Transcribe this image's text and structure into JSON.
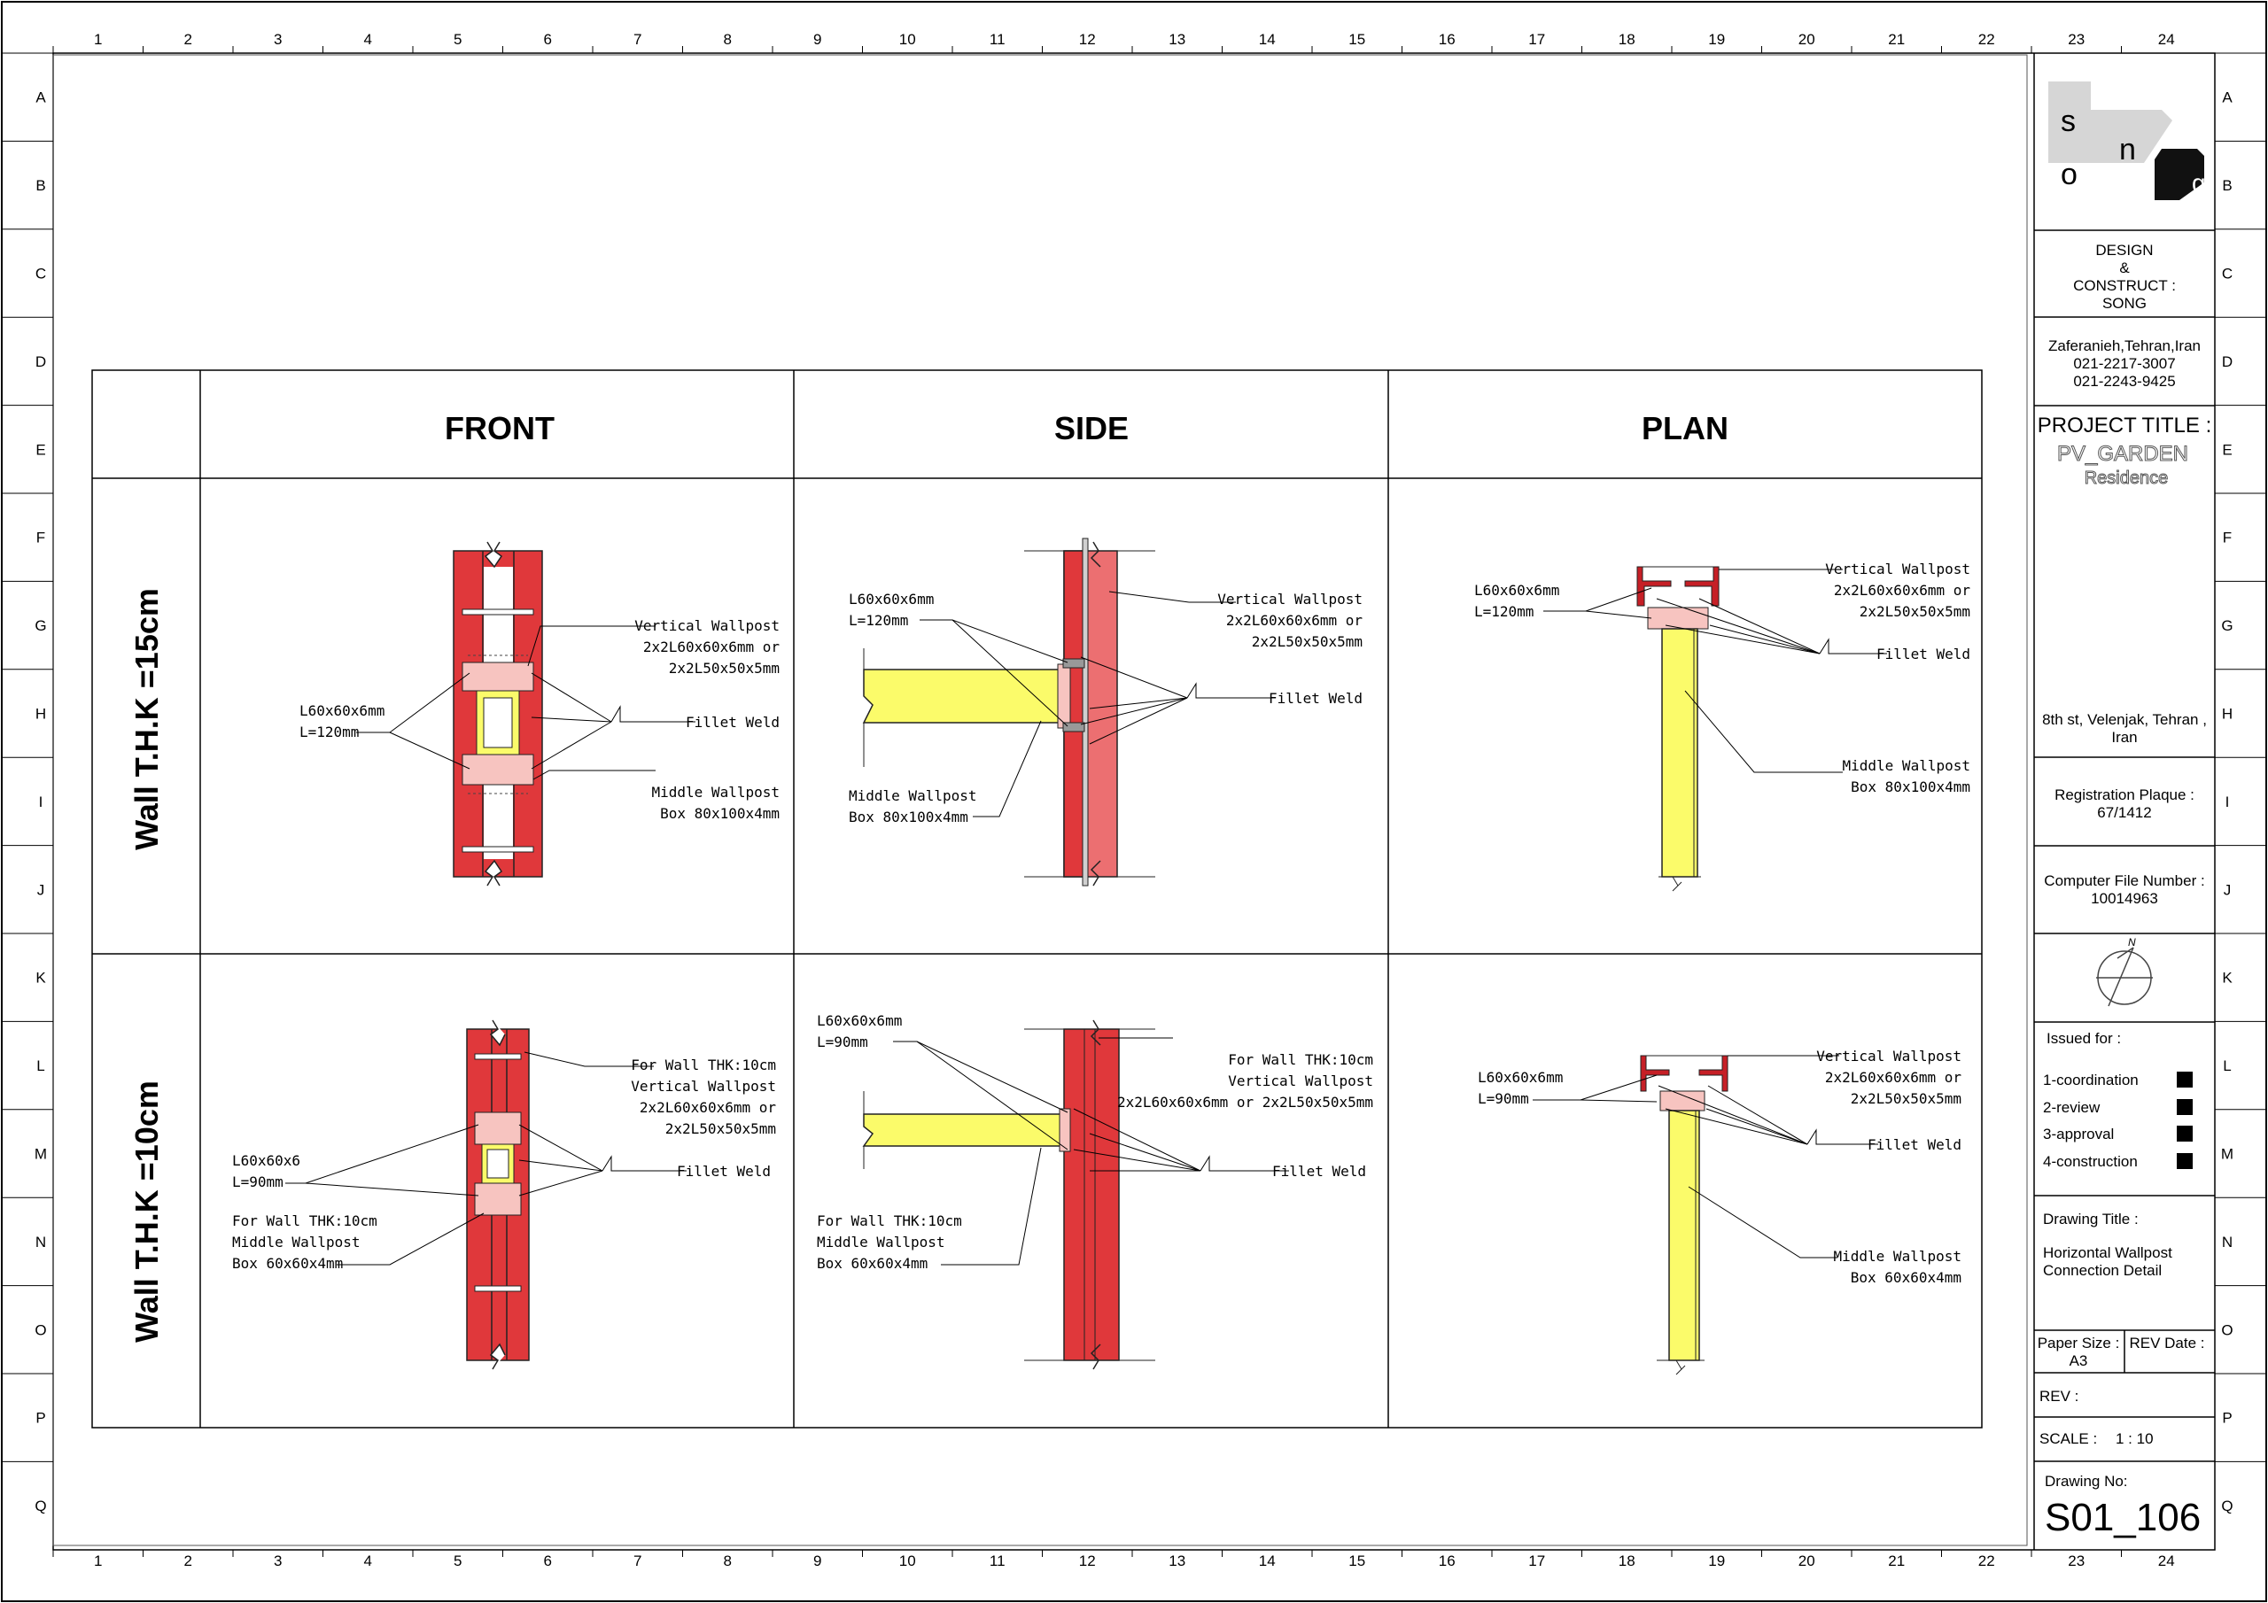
{
  "grid": {
    "columns": [
      "1",
      "2",
      "3",
      "4",
      "5",
      "6",
      "7",
      "8",
      "9",
      "10",
      "11",
      "12",
      "13",
      "14",
      "15",
      "16",
      "17",
      "18",
      "19",
      "20",
      "21",
      "22",
      "23",
      "24"
    ],
    "rows": [
      "A",
      "B",
      "C",
      "D",
      "E",
      "F",
      "G",
      "H",
      "I",
      "J",
      "K",
      "L",
      "M",
      "N",
      "O",
      "P",
      "Q"
    ]
  },
  "table": {
    "headers": [
      "FRONT",
      "SIDE",
      "PLAN"
    ],
    "row_labels": [
      "Wall T.H.K =15cm",
      "Wall T.H.K =10cm"
    ]
  },
  "details": {
    "r1_front": {
      "angle": [
        "L60x60x6mm",
        "L=120mm"
      ],
      "vpost": [
        "Vertical Wallpost",
        "2x2L60x60x6mm or",
        "2x2L50x50x5mm"
      ],
      "weld": [
        "Fillet Weld"
      ],
      "mpost": [
        "Middle Wallpost",
        "Box 80x100x4mm"
      ]
    },
    "r1_side": {
      "angle": [
        "L60x60x6mm",
        "L=120mm"
      ],
      "vpost": [
        "Vertical Wallpost",
        "2x2L60x60x6mm or",
        "2x2L50x50x5mm"
      ],
      "weld": [
        "Fillet Weld"
      ],
      "mpost": [
        "Middle Wallpost",
        "Box 80x100x4mm"
      ]
    },
    "r1_plan": {
      "angle": [
        "L60x60x6mm",
        "L=120mm"
      ],
      "vpost": [
        "Vertical Wallpost",
        "2x2L60x60x6mm or",
        "2x2L50x50x5mm"
      ],
      "weld": [
        "Fillet Weld"
      ],
      "mpost": [
        "Middle Wallpost",
        "Box 80x100x4mm"
      ]
    },
    "r2_front": {
      "vpost": [
        "For Wall THK:10cm",
        "Vertical Wallpost",
        "2x2L60x60x6mm or",
        "2x2L50x50x5mm"
      ],
      "angle": [
        "L60x60x6",
        "L=90mm"
      ],
      "weld": [
        "Fillet Weld"
      ],
      "mpost": [
        "For Wall THK:10cm",
        "Middle Wallpost",
        "Box 60x60x4mm"
      ]
    },
    "r2_side": {
      "angle": [
        "L60x60x6mm",
        "L=90mm"
      ],
      "vpost": [
        "For Wall THK:10cm",
        "Vertical Wallpost",
        "2x2L60x60x6mm or 2x2L50x50x5mm"
      ],
      "weld": [
        "Fillet Weld"
      ],
      "mpost": [
        "For Wall THK:10cm",
        "Middle Wallpost",
        "Box 60x60x4mm"
      ]
    },
    "r2_plan": {
      "angle": [
        "L60x60x6mm",
        "L=90mm"
      ],
      "vpost": [
        "Vertical Wallpost",
        "2x2L60x60x6mm or",
        "2x2L50x50x5mm"
      ],
      "weld": [
        "Fillet Weld"
      ],
      "mpost": [
        "Middle Wallpost",
        "Box 60x60x4mm"
      ]
    }
  },
  "title_block": {
    "logo_letters": [
      "s",
      "o",
      "n",
      "g"
    ],
    "company": [
      "DESIGN",
      "&",
      "CONSTRUCT :",
      "SONG"
    ],
    "address": [
      "Zaferanieh,Tehran,Iran",
      "021-2217-3007",
      "021-2243-9425"
    ],
    "project_title_label": "PROJECT TITLE :",
    "project_name": [
      "PV_GARDEN",
      "Residence"
    ],
    "site_address": [
      "8th st, Velenjak, Tehran ,",
      "Iran"
    ],
    "registration": [
      "Registration Plaque :",
      "67/1412"
    ],
    "file_number": [
      "Computer File Number :",
      "10014963"
    ],
    "north_label": "N",
    "issued_for_label": "Issued for :",
    "issued_items": [
      "1-coordination",
      "2-review",
      "3-approval",
      "4-construction"
    ],
    "drawing_title_label": "Drawing Title :",
    "drawing_title": [
      "Horizontal Wallpost",
      "Connection Detail"
    ],
    "paper_size": [
      "Paper Size :",
      "A3"
    ],
    "rev_date": "REV Date :",
    "rev": "REV :",
    "scale_label": "SCALE :",
    "scale_value": "1 : 10",
    "drawing_no_label": "Drawing No:",
    "drawing_no": "S01_106"
  },
  "colors": {
    "wallpost_red": "#e0383b",
    "wallpost_red_light": "#ec6f71",
    "middle_post_yellow": "#fbfb6a",
    "plate_pink": "#f7c4c0",
    "angle_red": "#c61f26"
  }
}
